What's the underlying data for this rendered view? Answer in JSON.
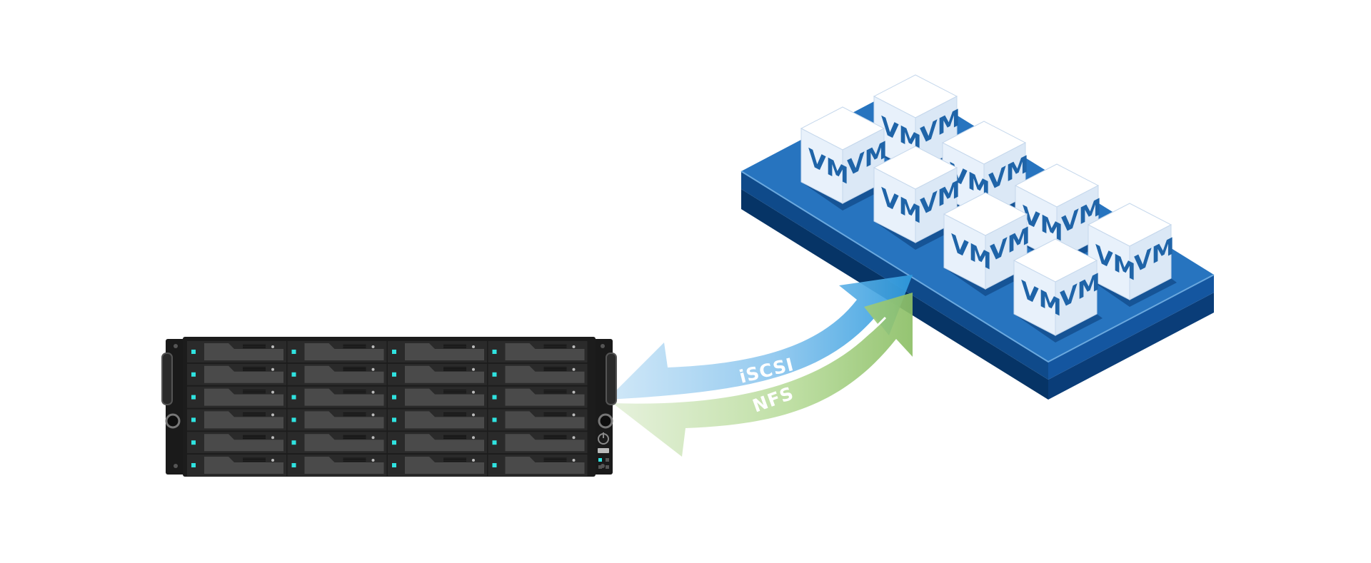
{
  "diagram": {
    "protocols": [
      {
        "id": "iscsi",
        "label": "iSCSI",
        "color": "#5aaee6"
      },
      {
        "id": "nfs",
        "label": "NFS",
        "color": "#9ccb7a"
      }
    ],
    "vm_cube": {
      "face_label": "VM",
      "count": 8
    },
    "storage_device": {
      "name": "rackmount-nas",
      "bays": 24,
      "bay_rows": 6,
      "bay_columns": 4
    },
    "colors": {
      "platform_top": "#2774bf",
      "platform_side": "#0f4a8a",
      "platform_dark": "#063466",
      "cube_top": "#ffffff",
      "cube_left": "#e8f1fb",
      "cube_right": "#dbe8f6",
      "vm_text": "#1f64a8",
      "server_body": "#1c1c1c",
      "bay_fill": "#4a4a4a",
      "led": "#2fe3e0"
    }
  }
}
